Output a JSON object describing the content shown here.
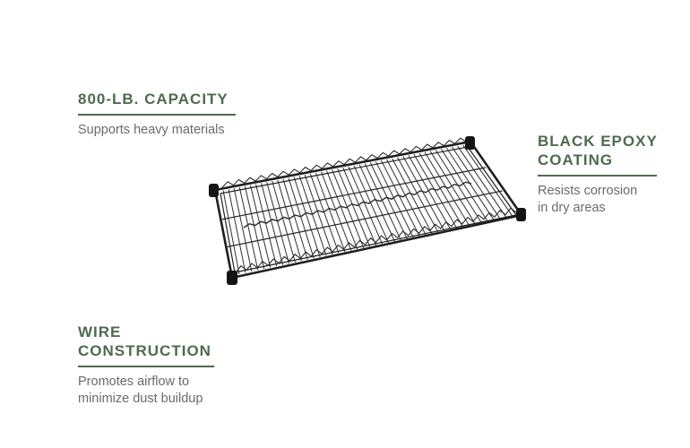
{
  "features": [
    {
      "title": "800-LB. CAPACITY",
      "description": "Supports heavy materials"
    },
    {
      "title": "BLACK EPOXY\nCOATING",
      "description": "Resists corrosion\nin dry areas"
    },
    {
      "title": "WIRE\nCONSTRUCTION",
      "description": "Promotes airflow to\nminimize dust buildup"
    }
  ],
  "colors": {
    "accent": "#4e6b4f",
    "description_text": "#6b6b6b",
    "wire": "#2f2f2f"
  },
  "product_image": {
    "icon": "wire-shelf-image"
  }
}
